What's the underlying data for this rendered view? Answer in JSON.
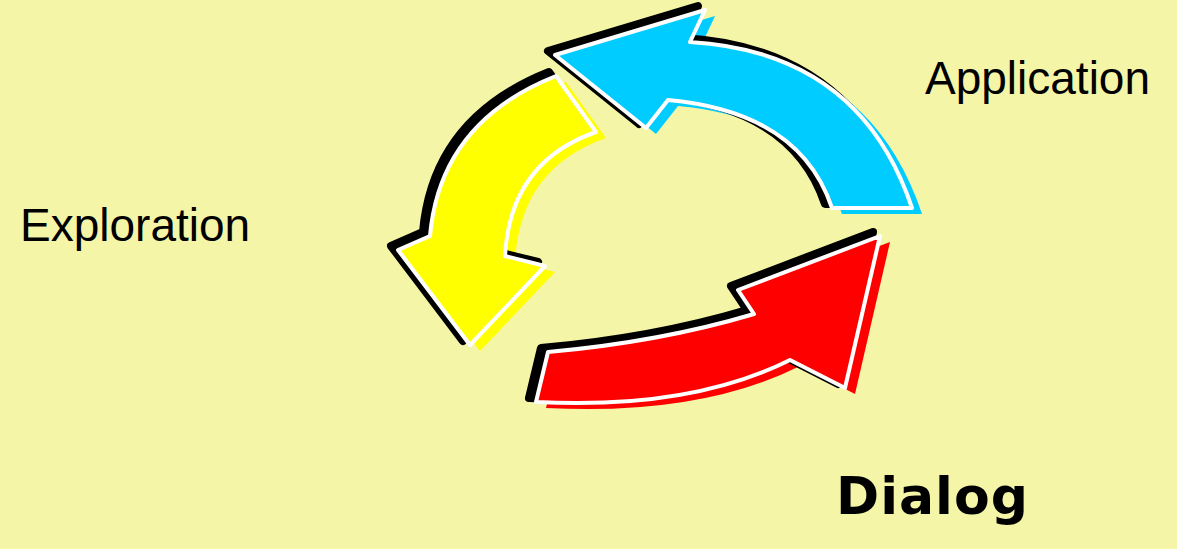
{
  "diagram": {
    "labels": [
      "Application",
      "Exploration",
      "Dialog"
    ]
  }
}
